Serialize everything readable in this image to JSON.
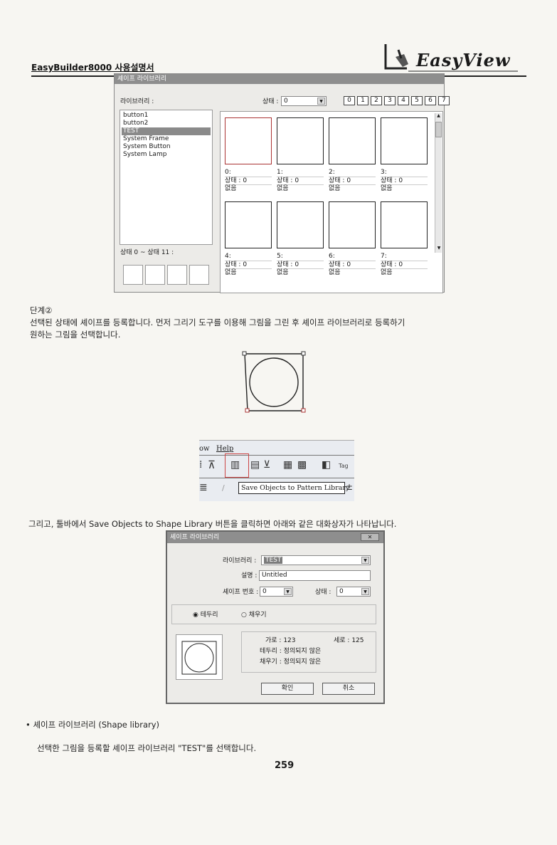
{
  "header": {
    "title": "EasyBuilder8000 사용설명서",
    "logo": "EasyView"
  },
  "dialog1": {
    "title": "셰이프 라이브러리",
    "library_label": "라이브러리 :",
    "state_label": "상태 :",
    "state_value": "0",
    "state_buttons": [
      "0",
      "1",
      "2",
      "3",
      "4",
      "5",
      "6",
      "7"
    ],
    "libraries": [
      "button1",
      "button2",
      "TEST",
      "System Frame",
      "System Button",
      "System Lamp"
    ],
    "selected_library": "TEST",
    "range_label": "상태 0 ~ 상태 11 :",
    "cells": [
      {
        "num": "0:",
        "state": "상태 : 0",
        "desc": "없음"
      },
      {
        "num": "1:",
        "state": "상태 : 0",
        "desc": "없음"
      },
      {
        "num": "2:",
        "state": "상태 : 0",
        "desc": "없음"
      },
      {
        "num": "3:",
        "state": "상태 : 0",
        "desc": "없음"
      },
      {
        "num": "4:",
        "state": "상태 : 0",
        "desc": "없음"
      },
      {
        "num": "5:",
        "state": "상태 : 0",
        "desc": "없음"
      },
      {
        "num": "6:",
        "state": "상태 : 0",
        "desc": "없음"
      },
      {
        "num": "7:",
        "state": "상태 : 0",
        "desc": "없음"
      }
    ]
  },
  "step2": {
    "heading": "단계②",
    "line1": "선택된 상태에 셰이프를 등록합니다. 먼저 그리기 도구를 이용해 그림을 그린 후 셰이프 라이브러리로 등록하기",
    "line2": "원하는 그림을 선택합니다."
  },
  "toolbar": {
    "menu_view": "ow",
    "menu_help": "Help",
    "tag_label": "Tag",
    "tooltip": "Save Objects to Pattern Library"
  },
  "para2": "그리고, 툴바에서 Save Objects to Shape Library 버튼을 클릭하면 아래와 같은 대화상자가 나타납니다.",
  "dialog2": {
    "title": "셰이프 라이브러리",
    "close": "✕",
    "library_label": "라이브러리 :",
    "library_value": "TEST",
    "desc_label": "설명 :",
    "desc_value": "Untitled",
    "shape_no_label": "셰이프 번호 :",
    "shape_no_value": "0",
    "state_label": "상태 :",
    "state_value": "0",
    "radio_border": "테두리",
    "radio_fill": "채우기",
    "width": "가로 : 123",
    "height": "세로 : 125",
    "border_info": "테두리 : 정의되지 않은",
    "fill_info": "채우기 : 정의되지 않은",
    "ok": "확인",
    "cancel": "취소"
  },
  "bullet": {
    "title": "• 셰이프 라이브러리 (Shape library)",
    "desc": "선택한 그림을 등록할 셰이프 라이브러리 \"TEST\"를 선택합니다."
  },
  "page_number": "259"
}
